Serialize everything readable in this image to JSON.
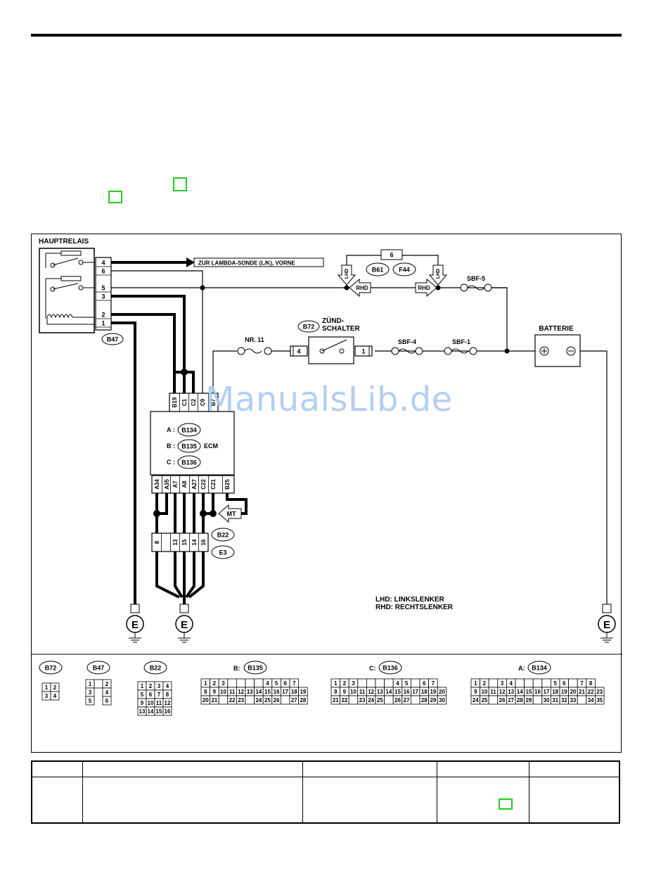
{
  "diagram": {
    "hauptrelais": "HAUPTRELAIS",
    "relay_connector": "B47",
    "relay_pins": [
      "4",
      "6",
      "5",
      "3",
      "2",
      "1"
    ],
    "lambda_text": "ZUR LAMBDA-SONDE (L/K), VORNE",
    "fuse6": "6",
    "lhd": "LHD",
    "rhd": "RHD",
    "b61": "B61",
    "f44": "F44",
    "sbf5": "SBF-5",
    "b72": "B72",
    "zund1": "ZÜND-",
    "zund2": "SCHALTER",
    "nr11": "NR. 11",
    "sw_pin_left": "4",
    "sw_pin_right": "1",
    "sbf4": "SBF-4",
    "sbf1": "SBF-1",
    "batterie": "BATTERIE",
    "ecm_top_pins": [
      "B19",
      "C1",
      "C2",
      "C9",
      "B7"
    ],
    "ecm_a": "A :",
    "ecm_b": "B :",
    "ecm_c": "C :",
    "b134": "B134",
    "b135": "B135",
    "b136": "B136",
    "ecm": "ECM",
    "ecm_bottom_pins": [
      "A34",
      "A35",
      "A7",
      "A8",
      "A27",
      "C22",
      "C21",
      "B25"
    ],
    "mt": "MT",
    "b22": "B22",
    "e3": "E3",
    "joint_pins": [
      "8",
      "",
      "13",
      "15",
      "14",
      "16"
    ],
    "ground": "E",
    "lhd_legend": "LHD: LINKSLENKER",
    "rhd_legend": "RHD: RECHTSLENKER",
    "conn_b72": "B72",
    "conn_b47": "B47",
    "conn_b22": "B22",
    "conn_b_prefix": "B:",
    "conn_b135": "B135",
    "conn_c_prefix": "C:",
    "conn_b136": "B136",
    "conn_a_prefix": "A:",
    "conn_b134": "B134"
  },
  "watermark": "ManualsLib.de"
}
